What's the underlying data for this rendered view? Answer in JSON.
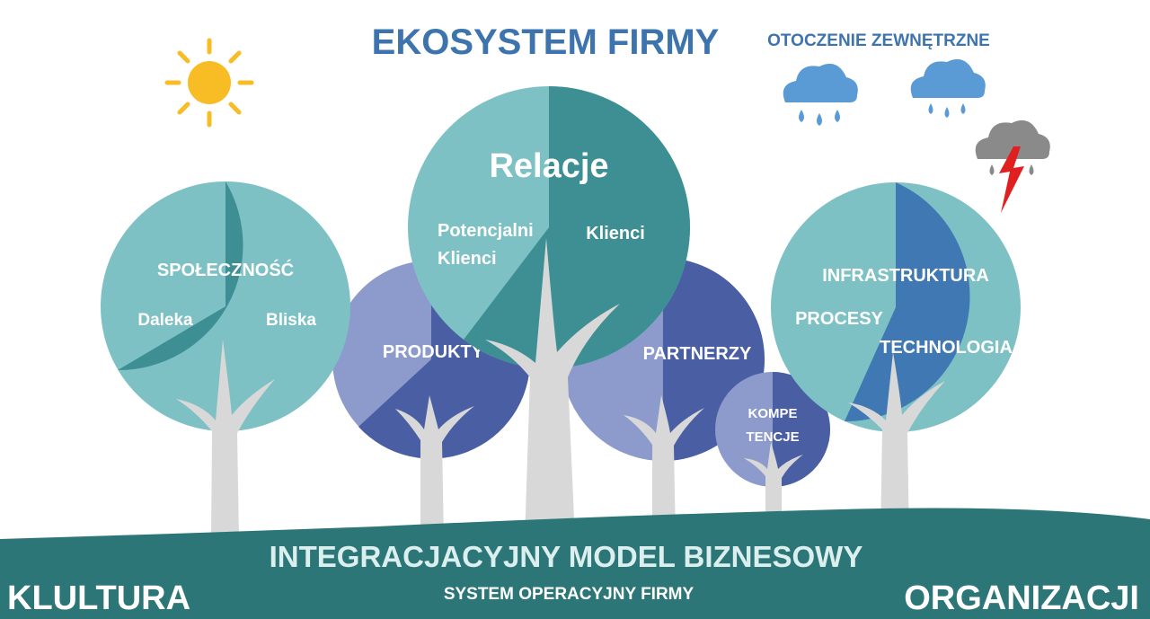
{
  "title": "EKOSYSTEM FIRMY",
  "environment_label": "OTOCZENIE ZEWNĘTRZNE",
  "trees": {
    "spolecznosc": {
      "title": "SPOŁECZNOŚĆ",
      "left": "Daleka",
      "right": "Bliska"
    },
    "relacje": {
      "title": "Relacje",
      "left_line1": "Potencjalni",
      "left_line2": "Klienci",
      "right": "Klienci"
    },
    "produkty": {
      "label": "PRODUKTY"
    },
    "partnerzy": {
      "label": "PARTNERZY"
    },
    "kompetencje": {
      "line1": "KOMPE",
      "line2": "TENCJE"
    },
    "organizacja": {
      "top": "INFRASTRUKTURA",
      "left": "PROCESY",
      "right": "TECHNOLOGIA"
    }
  },
  "ground": {
    "main": "INTEGRACJACYJNY MODEL BIZNESOWY",
    "sub": "SYSTEM OPERACYJNY FIRMY",
    "left": "KLULTURA",
    "right": "ORGANIZACJI"
  },
  "weather_icons": [
    "sun-icon",
    "rain-cloud-icon",
    "rain-cloud-icon",
    "storm-cloud-icon"
  ],
  "colors": {
    "title": "#3e74ad",
    "teal_light": "#7ec1c5",
    "teal_dark": "#3e8f93",
    "indigo_light": "#8c9bcb",
    "indigo_dark": "#4a5ea4",
    "blue_dark": "#3f78b3",
    "trunk": "#d8d8d8",
    "ground": "#2c7678",
    "sun": "#f8bd25",
    "cloud": "#5b9bd5",
    "storm_cloud": "#8a8a8a",
    "lightning": "#e02020"
  }
}
